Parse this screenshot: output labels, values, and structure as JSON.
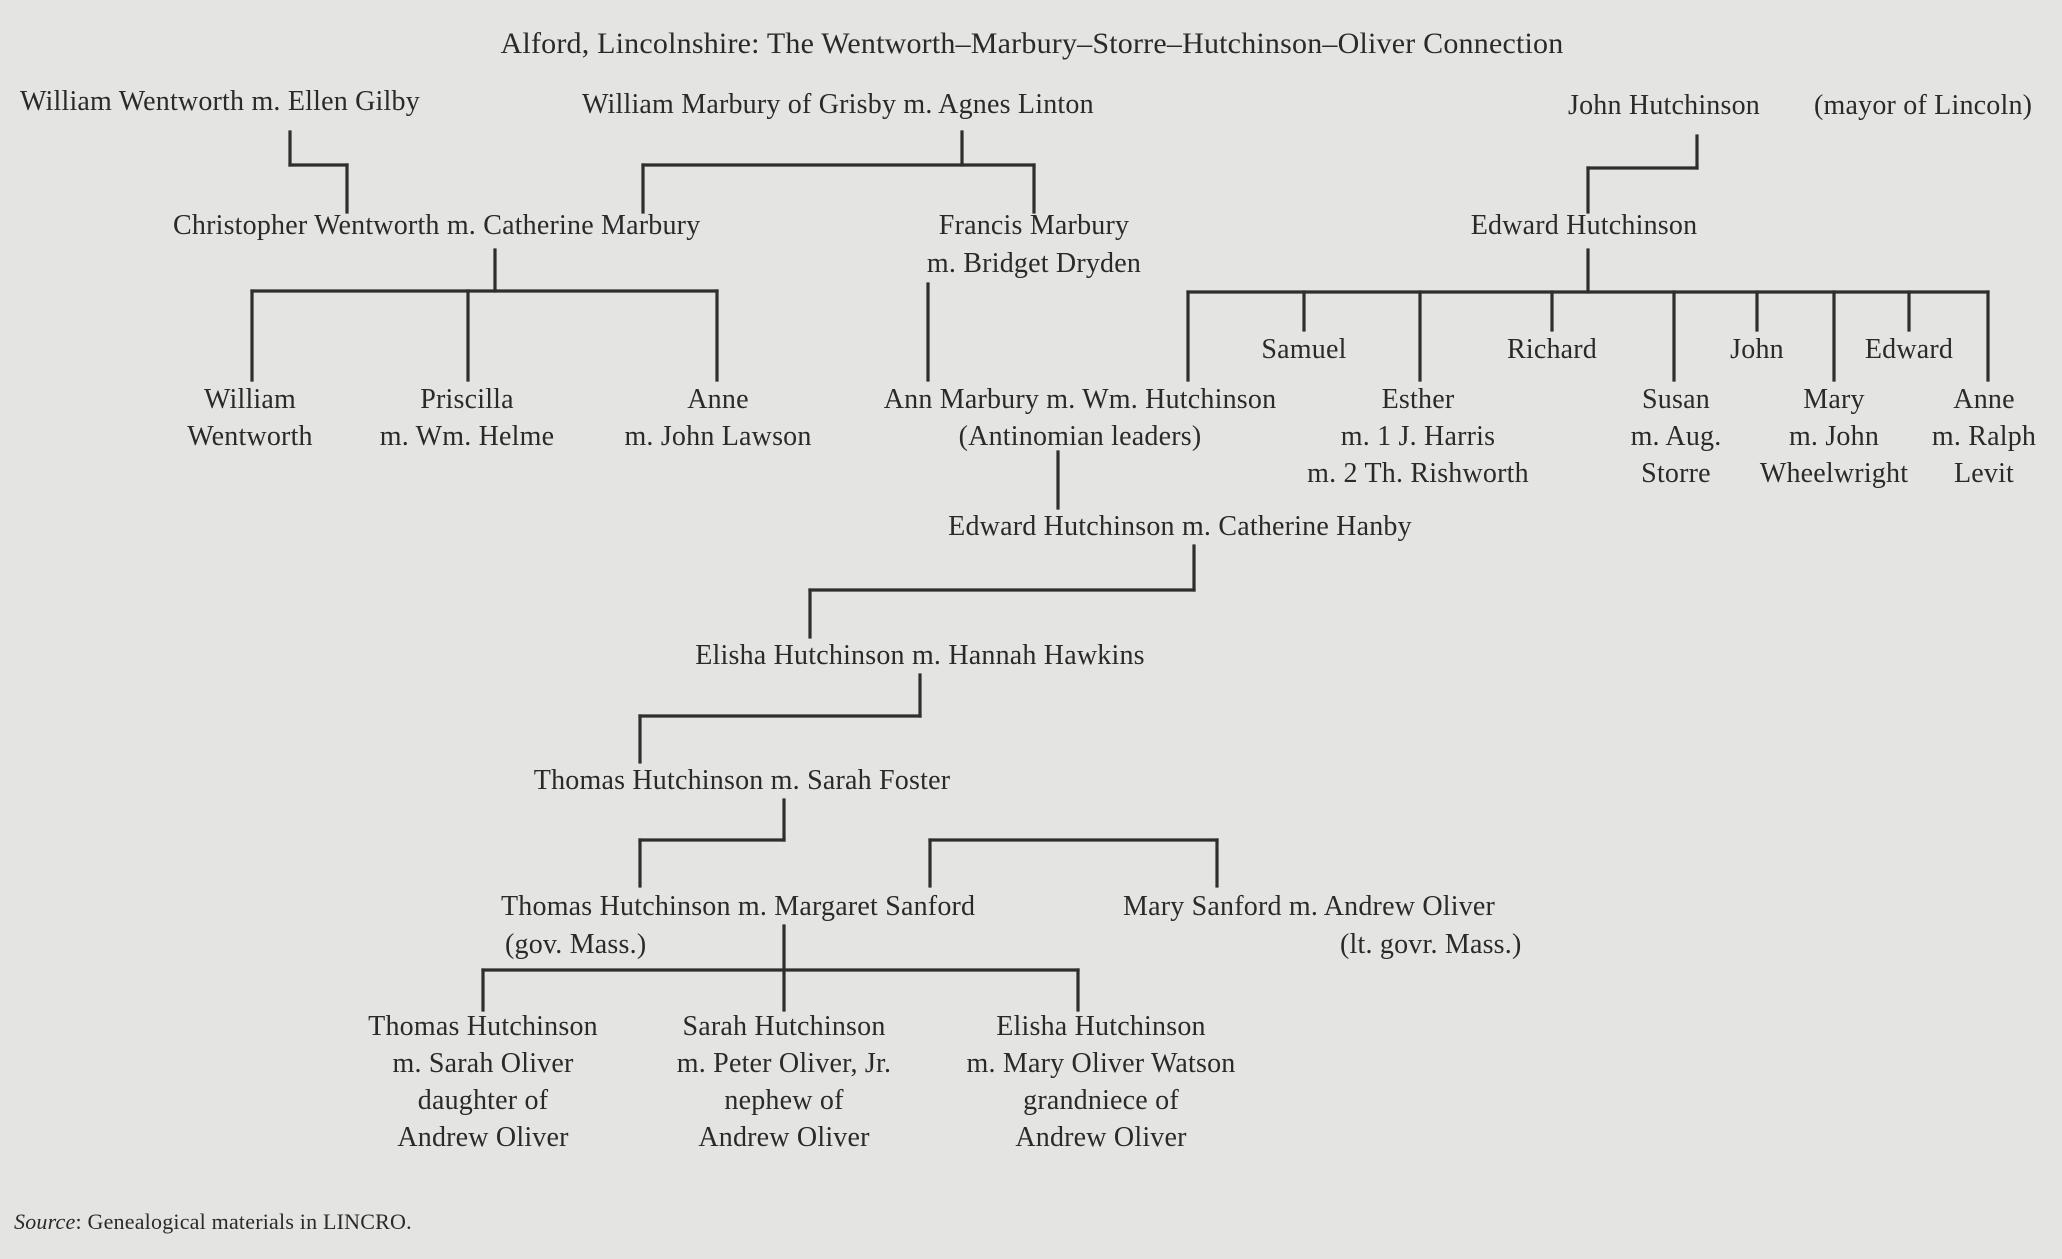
{
  "title": "Alford, Lincolnshire: The Wentworth–Marbury–Storre–Hutchinson–Oliver Connection",
  "generation1": {
    "wentworth_couple": "William Wentworth m. Ellen Gilby",
    "marbury_couple": "William Marbury of Grisby  m. Agnes Linton",
    "hutchinson_patriarch": "John Hutchinson",
    "hutchinson_patriarch_note": "(mayor of Lincoln)"
  },
  "generation2": {
    "christopher_couple": "Christopher Wentworth m. Catherine Marbury",
    "francis_line1": "Francis Marbury",
    "francis_line2": "m. Bridget Dryden",
    "edward_hutchinson": "Edward Hutchinson"
  },
  "generation3_upper": {
    "samuel": "Samuel",
    "richard": "Richard",
    "john": "John",
    "edward": "Edward"
  },
  "generation3": {
    "william_wentworth": [
      "William",
      "Wentworth"
    ],
    "priscilla": [
      "Priscilla",
      "m. Wm. Helme"
    ],
    "anne_lawson": [
      "Anne",
      "m. John Lawson"
    ],
    "ann_marbury": [
      "Ann Marbury m. Wm. Hutchinson",
      "(Antinomian leaders)"
    ],
    "esther": [
      "Esther",
      "m. 1 J. Harris",
      "m. 2 Th. Rishworth"
    ],
    "susan": [
      "Susan",
      "m. Aug.",
      "Storre"
    ],
    "mary_wheelwright": [
      "Mary",
      "m. John",
      "Wheelwright"
    ],
    "anne_levit": [
      "Anne",
      "m. Ralph",
      "Levit"
    ]
  },
  "generation4": {
    "edward_couple": "Edward Hutchinson m. Catherine Hanby"
  },
  "generation5": {
    "elisha_couple": "Elisha Hutchinson m. Hannah Hawkins"
  },
  "generation6": {
    "thomas_sarah": "Thomas Hutchinson m. Sarah Foster"
  },
  "generation7": {
    "thomas_margaret": "Thomas Hutchinson m. Margaret Sanford",
    "thomas_margaret_note": "(gov. Mass.)",
    "mary_sanford": "Mary Sanford m. Andrew Oliver",
    "mary_sanford_note": "(lt. govr. Mass.)"
  },
  "generation8": {
    "thomas_jr": [
      "Thomas Hutchinson",
      "m. Sarah Oliver",
      "daughter of",
      "Andrew Oliver"
    ],
    "sarah": [
      "Sarah Hutchinson",
      "m. Peter Oliver, Jr.",
      "nephew of",
      "Andrew Oliver"
    ],
    "elisha": [
      "Elisha Hutchinson",
      "m. Mary Oliver Watson",
      "grandniece of",
      "Andrew Oliver"
    ]
  },
  "source": {
    "label": "Source",
    "text": ":  Genealogical materials in LINCRO."
  },
  "line_color": "#2e2e2e",
  "background_color": "#e4e4e2"
}
